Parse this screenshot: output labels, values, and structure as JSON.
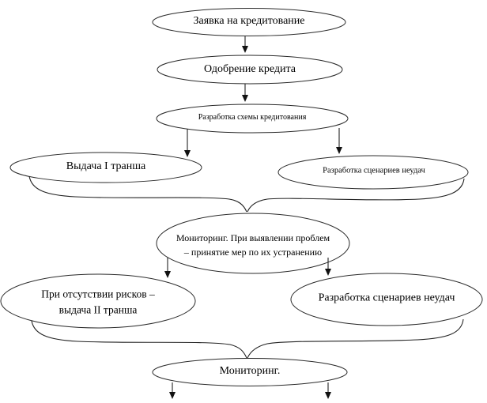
{
  "diagram": {
    "title": "Credit issuance process flowchart",
    "colors": {
      "background": "#ffffff",
      "stroke": "#2a2a2a",
      "text": "#000000",
      "arrowhead": "#111111"
    },
    "nodes": {
      "application": {
        "label": "Заявка на кредитование"
      },
      "approval": {
        "label": "Одобрение кредита"
      },
      "scheme": {
        "label": "Разработка схемы кредитования"
      },
      "tranche1": {
        "label": "Выдача I транша"
      },
      "scenarios1": {
        "label": "Разработка сценариев неудач"
      },
      "monitoring1": {
        "label": "Мониторинг. При выявлении проблем – принятие мер по их устранению"
      },
      "tranche2": {
        "label": "При отсутствии рисков – выдача II транша"
      },
      "scenarios2": {
        "label": "Разработка сценариев неудач"
      },
      "monitoring2": {
        "label": "Мониторинг."
      }
    },
    "edges": [
      {
        "from": "application",
        "to": "approval",
        "style": "straight-arrow"
      },
      {
        "from": "approval",
        "to": "scheme",
        "style": "straight-arrow"
      },
      {
        "from": "scheme",
        "to": "tranche1",
        "style": "straight-arrow"
      },
      {
        "from": "scheme",
        "to": "scenarios1",
        "style": "straight-arrow"
      },
      {
        "from": "tranche1",
        "to": "monitoring1",
        "style": "curve"
      },
      {
        "from": "scenarios1",
        "to": "monitoring1",
        "style": "curve"
      },
      {
        "from": "monitoring1",
        "to": "tranche2",
        "style": "straight-arrow"
      },
      {
        "from": "monitoring1",
        "to": "scenarios2",
        "style": "straight-arrow"
      },
      {
        "from": "tranche2",
        "to": "monitoring2",
        "style": "curve"
      },
      {
        "from": "scenarios2",
        "to": "monitoring2",
        "style": "curve"
      },
      {
        "from": "monitoring2",
        "to": "exit-left",
        "style": "straight-arrow"
      },
      {
        "from": "monitoring2",
        "to": "exit-right",
        "style": "straight-arrow"
      }
    ]
  }
}
